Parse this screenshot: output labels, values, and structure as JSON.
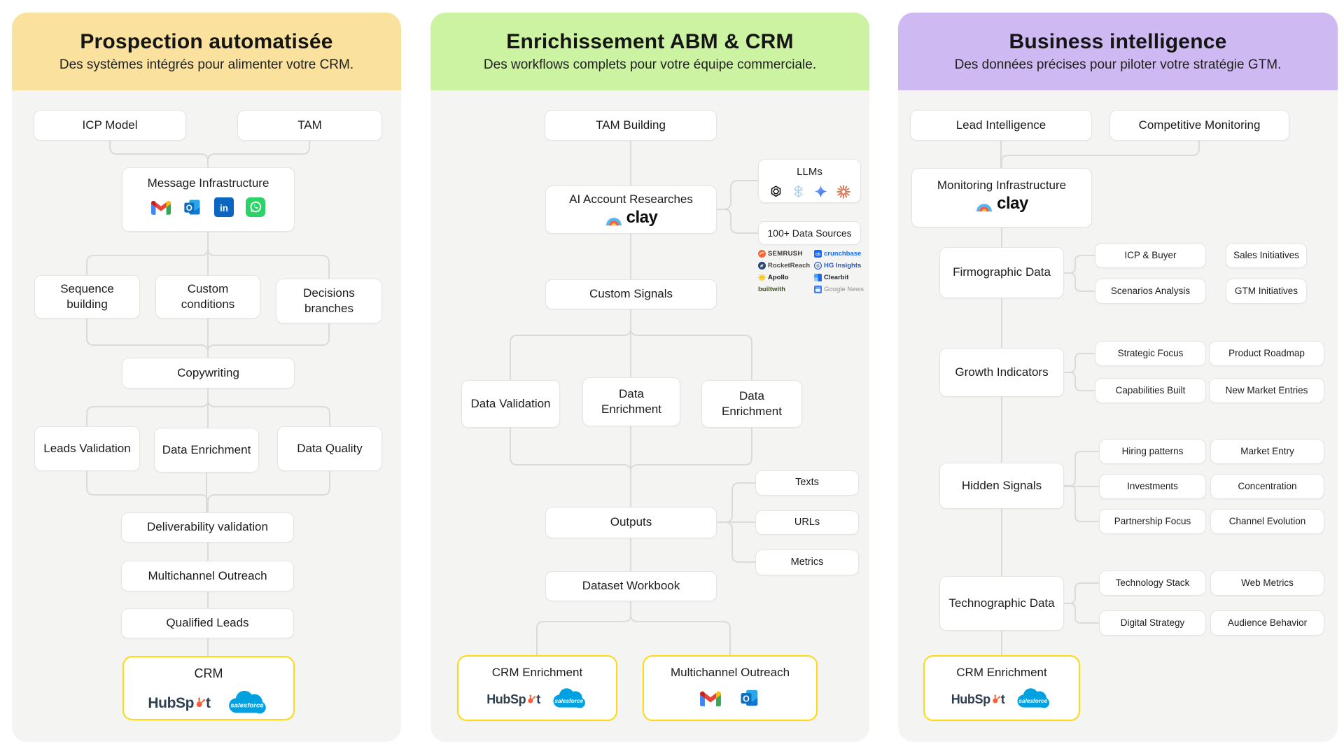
{
  "colors": {
    "panel_bg": "#F4F4F2",
    "yellow_header": "#FAE29E",
    "green_header": "#CBF3A2",
    "purple_header": "#CEB9F2",
    "highlight_border": "#FFD911",
    "connector": "#DBDBDB"
  },
  "left": {
    "title": "Prospection automatisée",
    "subtitle": "Des systèmes intégrés pour alimenter votre CRM.",
    "nodes": {
      "icp_model": "ICP Model",
      "tam": "TAM",
      "message_infrastructure": "Message Infrastructure",
      "sequence_building": "Sequence building",
      "custom_conditions": "Custom conditions",
      "decisions_branches": "Decisions branches",
      "copywriting": "Copywriting",
      "leads_validation": "Leads Validation",
      "data_enrichment": "Data Enrichment",
      "data_quality": "Data Quality",
      "deliverability_validation": "Deliverability validation",
      "multichannel_outreach": "Multichannel Outreach",
      "qualified_leads": "Qualified Leads",
      "crm": "CRM"
    },
    "message_channels": [
      "gmail",
      "outlook",
      "linkedin",
      "whatsapp"
    ],
    "crm_tools": {
      "hubspot_name": "HubSpot",
      "hubspot_prefix": "HubSp",
      "hubspot_suffix": "t",
      "salesforce": "salesforce"
    }
  },
  "middle": {
    "title": "Enrichissement ABM & CRM",
    "subtitle": "Des workflows complets pour votre équipe commerciale.",
    "nodes": {
      "tam_building": "TAM Building",
      "ai_account_researches": "AI Account Researches",
      "clay": "clay",
      "llms": "LLMs",
      "data_sources": "100+ Data Sources",
      "custom_signals": "Custom Signals",
      "data_validation": "Data Validation",
      "data_enrichment_1": "Data Enrichment",
      "data_enrichment_2": "Data Enrichment",
      "outputs": "Outputs",
      "texts": "Texts",
      "urls": "URLs",
      "metrics": "Metrics",
      "dataset_workbook": "Dataset Workbook",
      "crm_enrichment": "CRM Enrichment",
      "multichannel_outreach": "Multichannel Outreach"
    },
    "llm_icons": [
      "openai",
      "perplexity",
      "gemini",
      "claude"
    ],
    "sources": [
      "SEMRUSH",
      "crunchbase",
      "RocketReach",
      "HG Insights",
      "Apollo",
      "Clearbit",
      "builtwith",
      "Google News"
    ],
    "crm_tools": {
      "hubspot_name": "HubSpot",
      "hubspot_prefix": "HubSp",
      "hubspot_suffix": "t",
      "salesforce": "salesforce"
    },
    "outreach_channels": [
      "gmail",
      "outlook"
    ]
  },
  "right": {
    "title": "Business intelligence",
    "subtitle": "Des données précises pour piloter votre stratégie GTM.",
    "nodes": {
      "lead_intelligence": "Lead Intelligence",
      "competitive_monitoring": "Competitive Monitoring",
      "monitoring_infrastructure": "Monitoring Infrastructure",
      "clay": "clay",
      "firmographic_data": "Firmographic Data",
      "growth_indicators": "Growth Indicators",
      "hidden_signals": "Hidden Signals",
      "technographic_data": "Technographic Data",
      "crm_enrichment": "CRM Enrichment"
    },
    "firmographic_children": [
      "ICP & Buyer",
      "Sales Initiatives",
      "Scenarios Analysis",
      "GTM Initiatives"
    ],
    "growth_children": [
      "Strategic Focus",
      "Product Roadmap",
      "Capabilities Built",
      "New Market Entries"
    ],
    "hidden_children": [
      "Hiring patterns",
      "Market Entry",
      "Investments",
      "Concentration",
      "Partnership Focus",
      "Channel Evolution"
    ],
    "technographic_children": [
      "Technology Stack",
      "Web Metrics",
      "Digital Strategy",
      "Audience Behavior"
    ],
    "crm_tools": {
      "hubspot_name": "HubSpot",
      "hubspot_prefix": "HubSp",
      "hubspot_suffix": "t",
      "salesforce": "salesforce"
    }
  }
}
